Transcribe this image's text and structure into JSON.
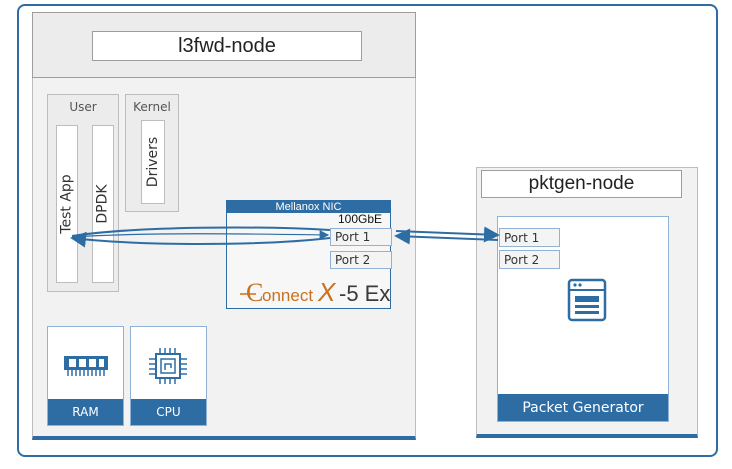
{
  "l3fwd_node": {
    "title": "l3fwd-node",
    "user_label": "User",
    "kernel_label": "Kernel",
    "test_app": "Test App",
    "dpdk": "DPDK",
    "drivers": "Drivers",
    "nic": {
      "label": "Mellanox NIC",
      "speed": "100GbE",
      "port1": "Port 1",
      "port2": "Port 2",
      "brand": "ConnectX-5 Ex"
    },
    "ram_label": "RAM",
    "cpu_label": "CPU"
  },
  "pktgen_node": {
    "title": "pktgen-node",
    "port1": "Port 1",
    "port2": "Port 2",
    "app_label": "Packet Generator"
  },
  "colors": {
    "accent": "#2e6da4",
    "brand_orange": "#c8711f",
    "brand_dark": "#3a3a3a"
  },
  "icons": [
    "window-icon",
    "memory-chip-icon",
    "cpu-chip-icon"
  ]
}
